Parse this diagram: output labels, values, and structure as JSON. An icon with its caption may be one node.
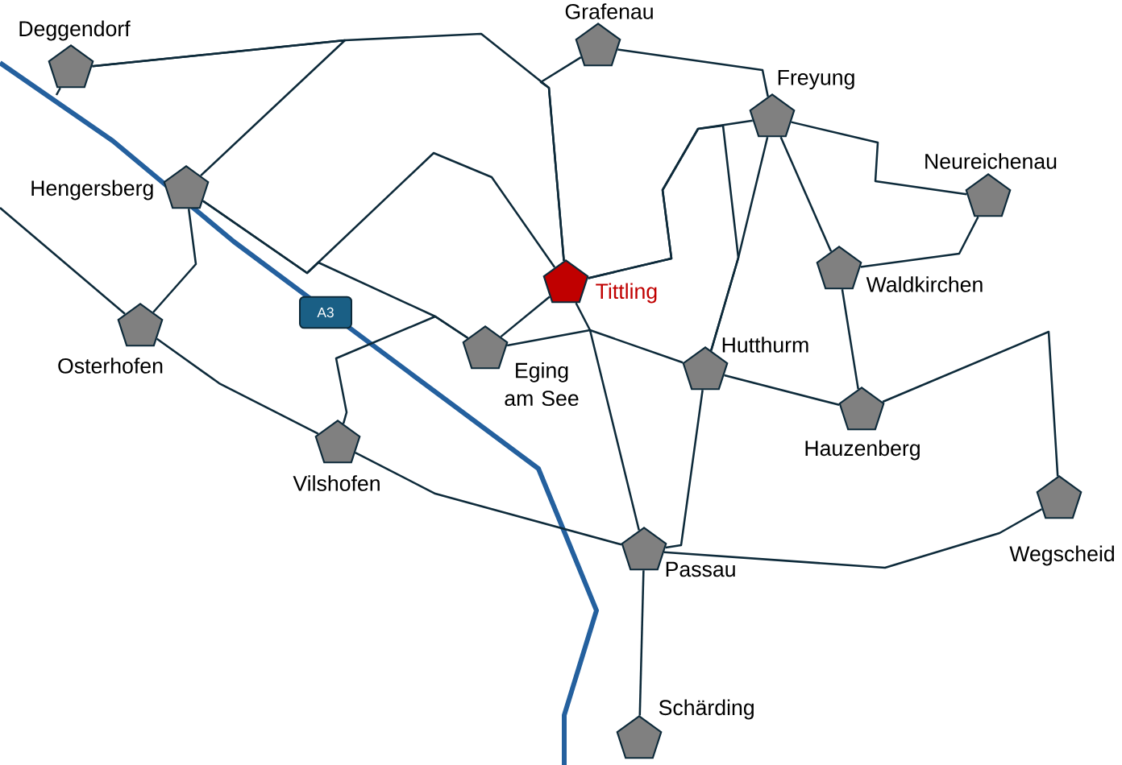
{
  "diagram": {
    "nodes": [
      {
        "text": [
          "Deggendorf"
        ]
      },
      {
        "text": [
          "Grafenau"
        ]
      },
      {
        "text": [
          "Freyung"
        ]
      },
      {
        "text": [
          "Hengersberg"
        ]
      },
      {
        "text": [
          "Neureichenau"
        ]
      },
      {
        "text": [
          "Tittling"
        ]
      },
      {
        "text": [
          "Waldkirchen"
        ]
      },
      {
        "text": [
          "Osterhofen"
        ]
      },
      {
        "text": [
          "Eging am See"
        ]
      },
      {
        "text": [
          "Hutthurm"
        ]
      },
      {
        "text": [
          "Hauzenberg"
        ]
      },
      {
        "text": [
          "Vilshofen"
        ]
      },
      {
        "text": [
          "Wegscheid"
        ]
      },
      {
        "text": [
          "Passau"
        ]
      },
      {
        "text": [
          "Schärding"
        ]
      }
    ],
    "edges": [
      {
        "from": 0,
        "to": 5,
        "arrow": "none"
      },
      {
        "from": 3,
        "to": 0,
        "arrow": "none"
      },
      {
        "from": 0,
        "to": null,
        "arrow": "none"
      },
      {
        "from": 1,
        "to": 5,
        "arrow": "none"
      },
      {
        "from": 1,
        "to": 2,
        "arrow": "none"
      },
      {
        "from": 3,
        "to": 5,
        "arrow": "none"
      },
      {
        "from": 3,
        "to": 8,
        "arrow": "none"
      },
      {
        "from": 11,
        "to": 8,
        "arrow": "none"
      },
      {
        "from": 3,
        "to": 7,
        "arrow": "none"
      },
      {
        "from": null,
        "to": 7,
        "arrow": "none"
      },
      {
        "from": 7,
        "to": 11,
        "arrow": "none"
      },
      {
        "from": 11,
        "to": 13,
        "arrow": "none"
      },
      {
        "from": 5,
        "to": 13,
        "arrow": "none"
      },
      {
        "from": 5,
        "to": 8,
        "arrow": "none"
      },
      {
        "from": 8,
        "to": 9,
        "arrow": "none"
      },
      {
        "from": 5,
        "to": 2,
        "arrow": "none"
      },
      {
        "from": 5,
        "to": 9,
        "arrow": "none"
      },
      {
        "from": 2,
        "to": 9,
        "arrow": "none"
      },
      {
        "from": 2,
        "to": 6,
        "arrow": "none"
      },
      {
        "from": 2,
        "to": 4,
        "arrow": "none"
      },
      {
        "from": 4,
        "to": 6,
        "arrow": "none"
      },
      {
        "from": 6,
        "to": 10,
        "arrow": "none"
      },
      {
        "from": 9,
        "to": 10,
        "arrow": "none"
      },
      {
        "from": 10,
        "to": 12,
        "arrow": "none"
      },
      {
        "from": 9,
        "to": 13,
        "arrow": "none"
      },
      {
        "from": 13,
        "to": 12,
        "arrow": "none"
      },
      {
        "from": 13,
        "to": 14,
        "arrow": "none"
      }
    ],
    "labels": [
      "A3"
    ]
  }
}
